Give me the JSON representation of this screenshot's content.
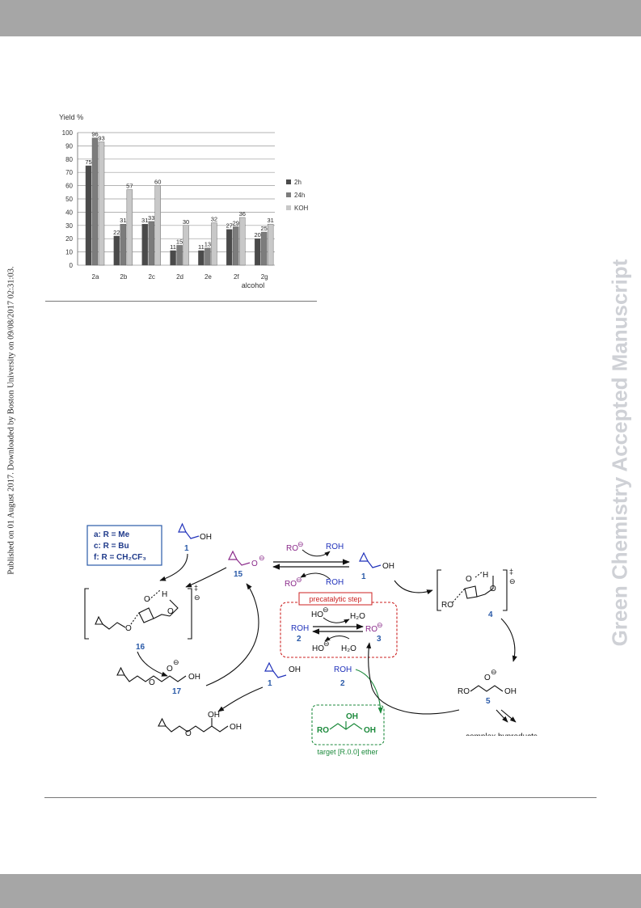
{
  "side_note": "Published on 01 August 2017. Downloaded by Boston University on 09/08/2017 02:31:03.",
  "watermark": "Green Chemistry Accepted Manuscript",
  "chart_data": {
    "type": "bar",
    "ylabel": "Yield %",
    "xlabel": "alcohol",
    "ylim": [
      0,
      100
    ],
    "yticks": [
      0,
      10,
      20,
      30,
      40,
      50,
      60,
      70,
      80,
      90,
      100
    ],
    "grid": true,
    "legend_position": "right",
    "categories": [
      "2a",
      "2b",
      "2c",
      "2d",
      "2e",
      "2f",
      "2g"
    ],
    "series": [
      {
        "name": "2h",
        "color": "#4a4a4a",
        "values": [
          75,
          22,
          31,
          11,
          11,
          27,
          20
        ]
      },
      {
        "name": "24h",
        "color": "#7c7c7c",
        "values": [
          96,
          31,
          33,
          15,
          13,
          29,
          25
        ]
      },
      {
        "name": "KOH",
        "color": "#c8c8c8",
        "values": [
          93,
          57,
          60,
          30,
          32,
          36,
          31
        ]
      }
    ]
  },
  "scheme": {
    "legend": [
      "a:  R = Me",
      "c:  R = Bu",
      "f:  R = CH₂CF₃"
    ],
    "labels": {
      "c1_top": "1",
      "c15": "15",
      "c1_mid": "1",
      "c16": "16",
      "c17": "17",
      "c1_low": "1",
      "c4": "4",
      "c5": "5",
      "c2_box": "2",
      "c3": "3",
      "c2_low": "2"
    },
    "oh": "OH",
    "o": "O",
    "h": "H",
    "ro": "RO",
    "roh": "ROH",
    "ho": "HO",
    "h2o": "H₂O",
    "minus": "⊖",
    "dagger": "‡",
    "precatalytic": "precatalytic step",
    "target": "target [R.0.0] ether",
    "byproducts": "complex byproducts"
  }
}
